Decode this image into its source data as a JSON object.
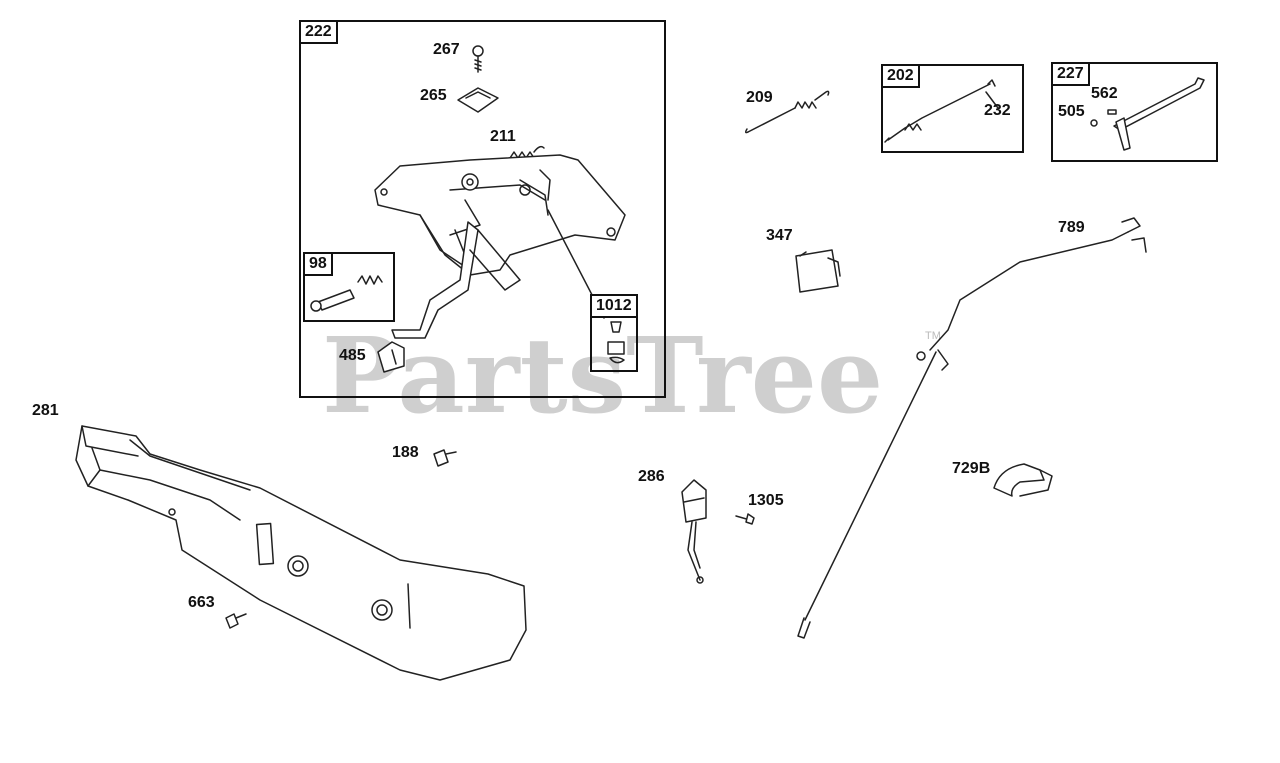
{
  "watermark": {
    "text": "PartsTree",
    "trademark": "TM"
  },
  "kits": [
    {
      "id": "222"
    },
    {
      "id": "98"
    },
    {
      "id": "1012"
    },
    {
      "id": "202"
    },
    {
      "id": "227"
    }
  ],
  "callouts": [
    {
      "id": "267"
    },
    {
      "id": "265"
    },
    {
      "id": "211"
    },
    {
      "id": "485"
    },
    {
      "id": "209"
    },
    {
      "id": "232"
    },
    {
      "id": "562"
    },
    {
      "id": "505"
    },
    {
      "id": "347"
    },
    {
      "id": "789"
    },
    {
      "id": "281"
    },
    {
      "id": "188"
    },
    {
      "id": "286"
    },
    {
      "id": "1305"
    },
    {
      "id": "729B"
    },
    {
      "id": "663"
    }
  ]
}
